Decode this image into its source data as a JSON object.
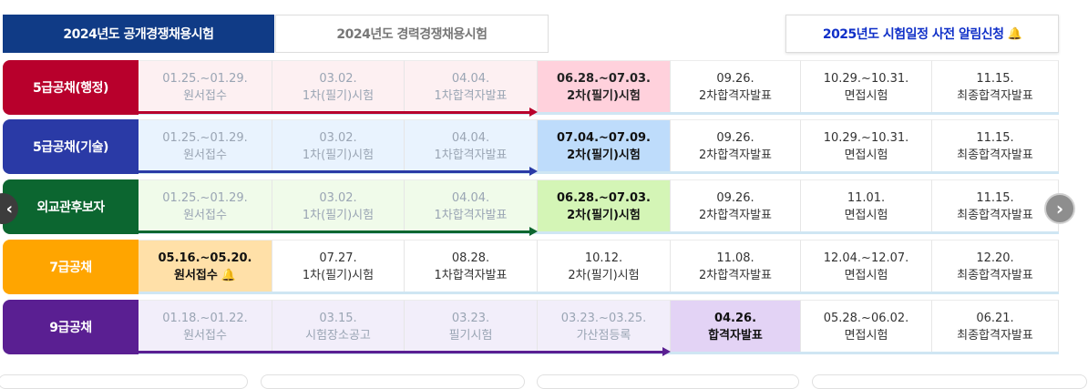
{
  "tabs": [
    {
      "label": "2024년도 공개경쟁채용시험",
      "active": true
    },
    {
      "label": "2024년도 경력경쟁채용시험",
      "active": false
    },
    {
      "label": "2025년도 시험일정 사전 알림신청",
      "active": false
    }
  ],
  "colors": {
    "tab_active": "#103b86",
    "rows": [
      "#b8002c",
      "#2a3aa6",
      "#0c6630",
      "#ffa500",
      "#5a1f92"
    ]
  },
  "rows": [
    {
      "label": "5급공채(행정)",
      "cells": [
        {
          "date": "01.25.~01.29.",
          "label": "원서접수",
          "state": "past"
        },
        {
          "date": "03.02.",
          "label": "1차(필기)시험",
          "state": "past"
        },
        {
          "date": "04.04.",
          "label": "1차합격자발표",
          "state": "past"
        },
        {
          "date": "06.28.~07.03.",
          "label": "2차(필기)시험",
          "state": "current"
        },
        {
          "date": "09.26.",
          "label": "2차합격자발표",
          "state": "future"
        },
        {
          "date": "10.29.~10.31.",
          "label": "면접시험",
          "state": "future"
        },
        {
          "date": "11.15.",
          "label": "최종합격자발표",
          "state": "future"
        }
      ]
    },
    {
      "label": "5급공채(기술)",
      "cells": [
        {
          "date": "01.25.~01.29.",
          "label": "원서접수",
          "state": "past"
        },
        {
          "date": "03.02.",
          "label": "1차(필기)시험",
          "state": "past"
        },
        {
          "date": "04.04.",
          "label": "1차합격자발표",
          "state": "past"
        },
        {
          "date": "07.04.~07.09.",
          "label": "2차(필기)시험",
          "state": "current"
        },
        {
          "date": "09.26.",
          "label": "2차합격자발표",
          "state": "future"
        },
        {
          "date": "10.29.~10.31.",
          "label": "면접시험",
          "state": "future"
        },
        {
          "date": "11.15.",
          "label": "최종합격자발표",
          "state": "future"
        }
      ]
    },
    {
      "label": "외교관후보자",
      "cells": [
        {
          "date": "01.25.~01.29.",
          "label": "원서접수",
          "state": "past"
        },
        {
          "date": "03.02.",
          "label": "1차(필기)시험",
          "state": "past"
        },
        {
          "date": "04.04.",
          "label": "1차합격자발표",
          "state": "past"
        },
        {
          "date": "06.28.~07.03.",
          "label": "2차(필기)시험",
          "state": "current"
        },
        {
          "date": "09.26.",
          "label": "2차합격자발표",
          "state": "future"
        },
        {
          "date": "11.01.",
          "label": "면접시험",
          "state": "future"
        },
        {
          "date": "11.15.",
          "label": "최종합격자발표",
          "state": "future"
        }
      ]
    },
    {
      "label": "7급공채",
      "cells": [
        {
          "date": "05.16.~05.20.",
          "label": "원서접수",
          "state": "current",
          "bell": true
        },
        {
          "date": "07.27.",
          "label": "1차(필기)시험",
          "state": "future"
        },
        {
          "date": "08.28.",
          "label": "1차합격자발표",
          "state": "future"
        },
        {
          "date": "10.12.",
          "label": "2차(필기)시험",
          "state": "future"
        },
        {
          "date": "11.08.",
          "label": "2차합격자발표",
          "state": "future"
        },
        {
          "date": "12.04.~12.07.",
          "label": "면접시험",
          "state": "future"
        },
        {
          "date": "12.20.",
          "label": "최종합격자발표",
          "state": "future"
        }
      ]
    },
    {
      "label": "9급공채",
      "cells": [
        {
          "date": "01.18.~01.22.",
          "label": "원서접수",
          "state": "past"
        },
        {
          "date": "03.15.",
          "label": "시험장소공고",
          "state": "past"
        },
        {
          "date": "03.23.",
          "label": "필기시험",
          "state": "past"
        },
        {
          "date": "03.23.~03.25.",
          "label": "가산점등록",
          "state": "past"
        },
        {
          "date": "04.26.",
          "label": "합격자발표",
          "state": "current"
        },
        {
          "date": "05.28.~06.02.",
          "label": "면접시험",
          "state": "future"
        },
        {
          "date": "06.21.",
          "label": "최종합격자발표",
          "state": "future"
        }
      ]
    }
  ],
  "nav": {
    "prev_icon": "chevron-left-icon",
    "next_icon": "chevron-right-icon"
  }
}
